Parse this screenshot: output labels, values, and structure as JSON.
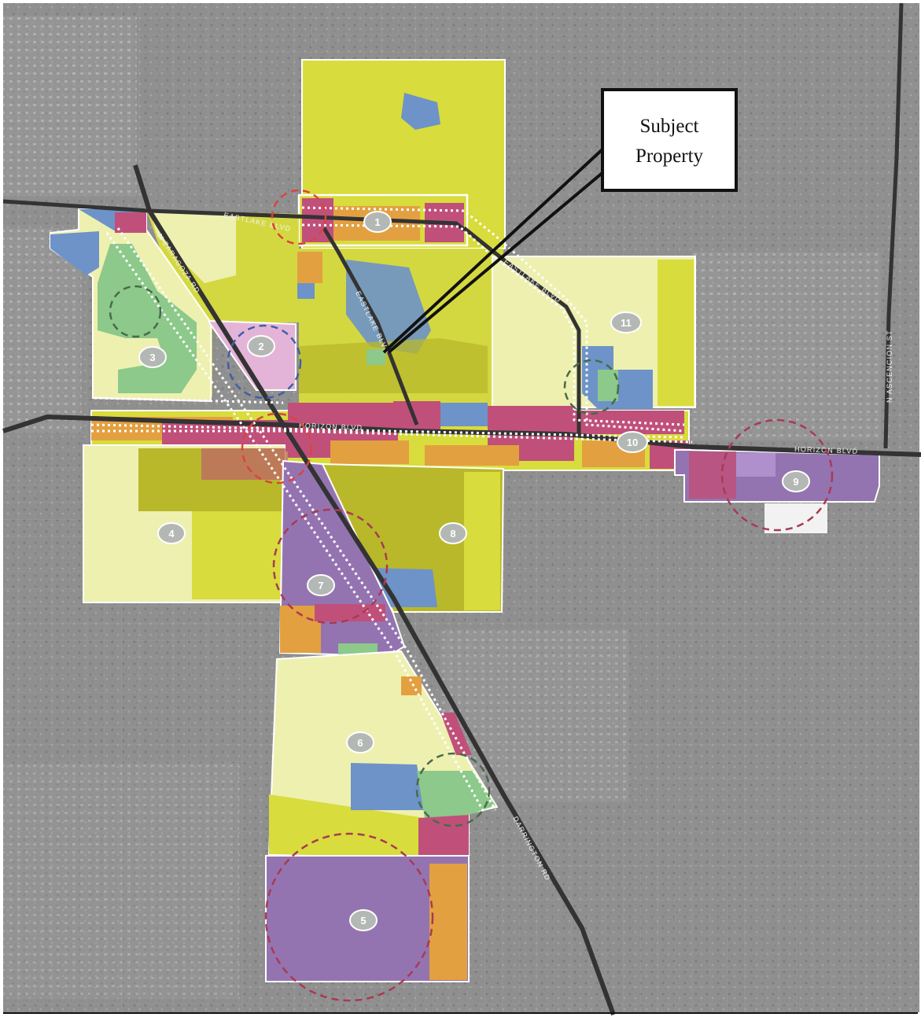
{
  "callout": {
    "line1": "Subject",
    "line2": "Property"
  },
  "roads": {
    "eastlake_top": "EASTLAKE BLVD",
    "eastlake_mid": "EASTLAKE BLVD",
    "eastlake_diag": "EASTLAKE BLVD",
    "horizon_west": "HORIZON BLVD",
    "horizon_east": "HORIZON BLVD",
    "darrington": "DARRINGTON RD",
    "ascencion": "N ASCENCION ST",
    "nw_diag": "N ZARAGOZA RD"
  },
  "zones": [
    "1",
    "2",
    "3",
    "4",
    "5",
    "6",
    "7",
    "8",
    "9",
    "10",
    "11"
  ],
  "colors": {
    "aerial": "#8e8e8e",
    "yellow": "#d8dc3c",
    "light_yellow": "#eef0b0",
    "olive": "#b8b82a",
    "blue": "#6d93c8",
    "magenta": "#c0507a",
    "orange": "#e3a040",
    "purple": "#9474b0",
    "green": "#8cc98a",
    "pink": "#e4b4d8",
    "road": "#333333",
    "badge": "#b4b8b4"
  }
}
